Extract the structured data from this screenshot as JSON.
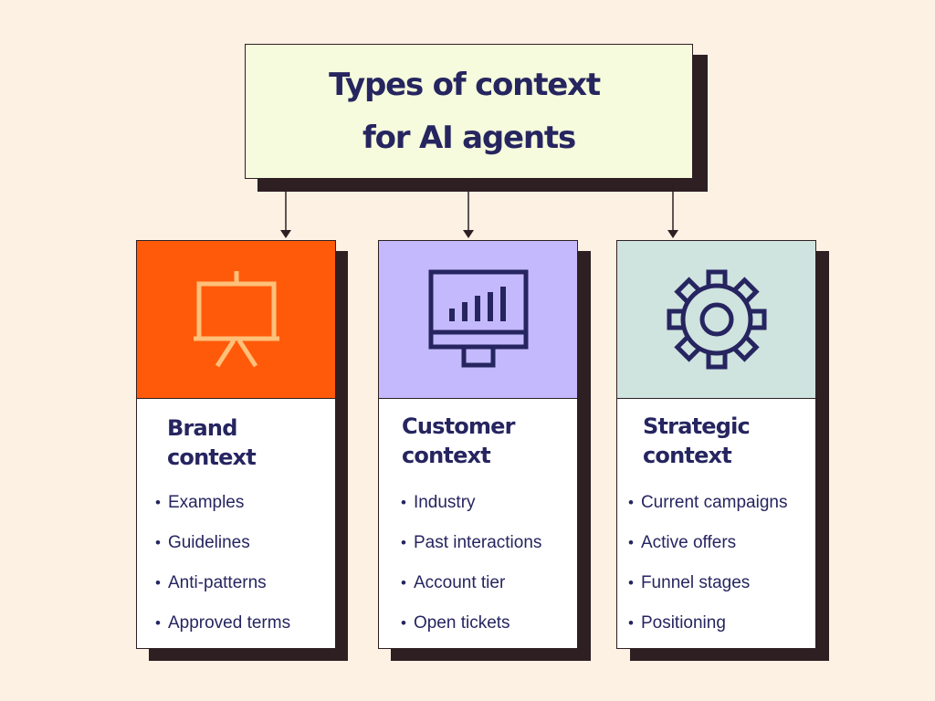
{
  "title": {
    "line1": "Types of context",
    "line2": "for  AI agents"
  },
  "cards": [
    {
      "title_line1": "Brand",
      "title_line2": "context",
      "icon": "presentation-board-icon",
      "header_color": "#ff5a0a",
      "items": [
        "Examples",
        "Guidelines",
        "Anti-patterns",
        "Approved terms"
      ]
    },
    {
      "title_line1": "Customer",
      "title_line2": "context",
      "icon": "monitor-bar-chart-icon",
      "header_color": "#c4b9fd",
      "items": [
        "Industry",
        "Past interactions",
        "Account tier",
        "Open tickets"
      ]
    },
    {
      "title_line1": "Strategic",
      "title_line2": "context",
      "icon": "gear-icon",
      "header_color": "#cfe3df",
      "items": [
        "Current campaigns",
        "Active offers",
        "Funnel stages",
        "Positioning"
      ]
    }
  ],
  "colors": {
    "background": "#fdf1e4",
    "title_box": "#f5fbdc",
    "text": "#262560",
    "shadow": "#2d1f22",
    "brand_icon": "#ffc07a",
    "icon_dark": "#262560"
  },
  "bullet_symbol": "•"
}
